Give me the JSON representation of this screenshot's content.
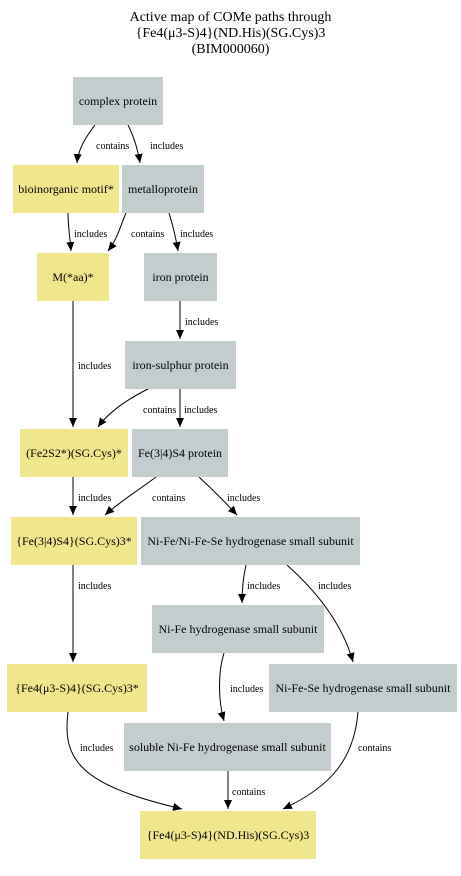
{
  "title": {
    "lines": [
      "Active map of COMe paths through",
      "{Fe4(μ3-S)4}(ND.His)(SG.Cys)3",
      "(BIM000060)"
    ]
  },
  "colors": {
    "grey_node": "#c3cdcd",
    "yellow_node": "#f0e68c",
    "edge": "#000000"
  },
  "nodes": {
    "complex_protein": {
      "label": "complex protein",
      "kind": "grey"
    },
    "bioinorganic_motif": {
      "label": "bioinorganic motif*",
      "kind": "yellow"
    },
    "metalloprotein": {
      "label": "metalloprotein",
      "kind": "grey"
    },
    "m_aa": {
      "label": "M(*aa)*",
      "kind": "yellow"
    },
    "iron_protein": {
      "label": "iron protein",
      "kind": "grey"
    },
    "iron_sulphur_protein": {
      "label": "iron-sulphur protein",
      "kind": "grey"
    },
    "fe2s2": {
      "label": "(Fe2S2*)(SG.Cys)*",
      "kind": "yellow"
    },
    "fe34s4_protein": {
      "label": "Fe(3|4)S4 protein",
      "kind": "grey"
    },
    "fe34s4_sgcys": {
      "label": "{Fe(3|4)S4}(SG.Cys)3*",
      "kind": "yellow"
    },
    "nife_nifese": {
      "label": "Ni-Fe/Ni-Fe-Se hydrogenase small subunit",
      "kind": "grey"
    },
    "nife_small": {
      "label": "Ni-Fe hydrogenase small subunit",
      "kind": "grey"
    },
    "fe4_sgcys": {
      "label": "{Fe4(μ3-S)4}(SG.Cys)3*",
      "kind": "yellow"
    },
    "nifese_small": {
      "label": "Ni-Fe-Se hydrogenase small subunit",
      "kind": "grey"
    },
    "soluble_nife": {
      "label": "soluble Ni-Fe hydrogenase small subunit",
      "kind": "grey"
    },
    "target": {
      "label": "{Fe4(μ3-S)4}(ND.His)(SG.Cys)3",
      "kind": "yellow"
    }
  },
  "edges": [
    {
      "from": "complex_protein",
      "to": "bioinorganic_motif",
      "label": "contains"
    },
    {
      "from": "complex_protein",
      "to": "metalloprotein",
      "label": "includes"
    },
    {
      "from": "bioinorganic_motif",
      "to": "m_aa",
      "label": "includes"
    },
    {
      "from": "metalloprotein",
      "to": "m_aa",
      "label": "contains"
    },
    {
      "from": "metalloprotein",
      "to": "iron_protein",
      "label": "includes"
    },
    {
      "from": "iron_protein",
      "to": "iron_sulphur_protein",
      "label": "includes"
    },
    {
      "from": "m_aa",
      "to": "fe2s2",
      "label": "includes"
    },
    {
      "from": "iron_sulphur_protein",
      "to": "fe2s2",
      "label": "contains"
    },
    {
      "from": "iron_sulphur_protein",
      "to": "fe34s4_protein",
      "label": "includes"
    },
    {
      "from": "fe2s2",
      "to": "fe34s4_sgcys",
      "label": "includes"
    },
    {
      "from": "fe34s4_protein",
      "to": "fe34s4_sgcys",
      "label": "contains"
    },
    {
      "from": "fe34s4_protein",
      "to": "nife_nifese",
      "label": "includes"
    },
    {
      "from": "fe34s4_sgcys",
      "to": "fe4_sgcys",
      "label": "includes"
    },
    {
      "from": "nife_nifese",
      "to": "nife_small",
      "label": "includes"
    },
    {
      "from": "nife_nifese",
      "to": "nifese_small",
      "label": "includes"
    },
    {
      "from": "nife_small",
      "to": "soluble_nife",
      "label": "includes"
    },
    {
      "from": "fe4_sgcys",
      "to": "target",
      "label": "includes"
    },
    {
      "from": "soluble_nife",
      "to": "target",
      "label": "contains"
    },
    {
      "from": "nifese_small",
      "to": "target",
      "label": "contains"
    }
  ]
}
